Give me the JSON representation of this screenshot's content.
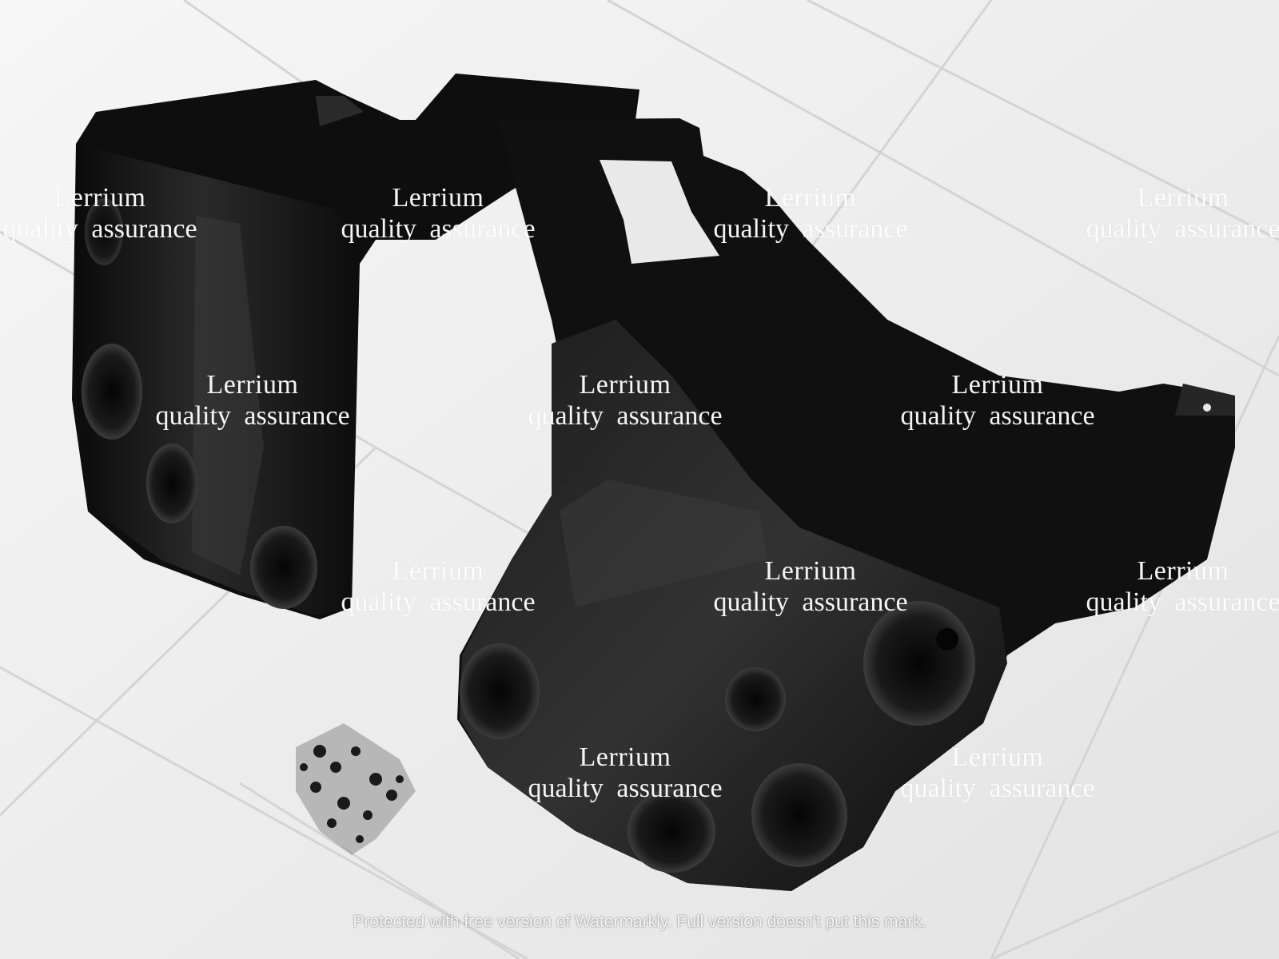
{
  "watermark": {
    "brand": "Lerrium",
    "tagline": "quality  assurance"
  },
  "footer_notice": "Protected with free version of Watermarkly. Full version doesn't put this mark.",
  "colors": {
    "tile": "#efefef",
    "grout": "#d6d6d6",
    "part": "#141414"
  }
}
